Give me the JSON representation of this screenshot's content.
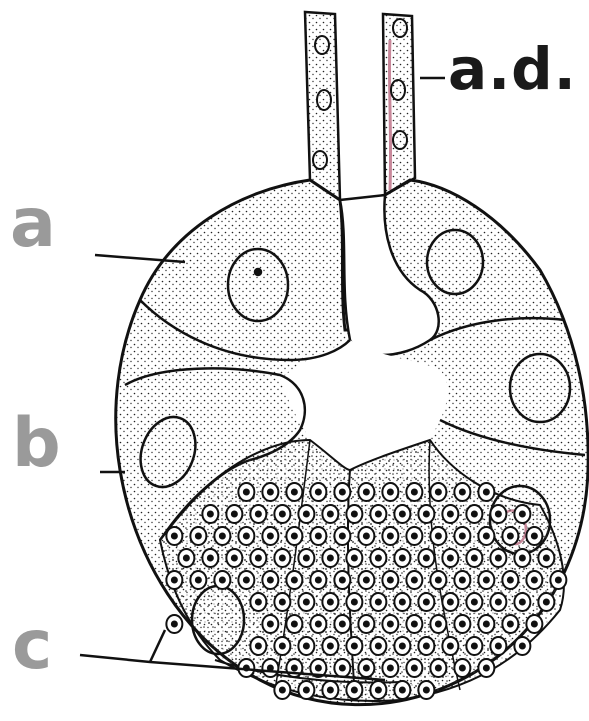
{
  "labels": {
    "a": "a",
    "b": "b",
    "c": "c",
    "ad": "a.d."
  },
  "colors": {
    "ink": "#111111",
    "label_gray": "#9a9a9a",
    "paper": "#ffffff",
    "duct_accent": "#c8889a"
  }
}
